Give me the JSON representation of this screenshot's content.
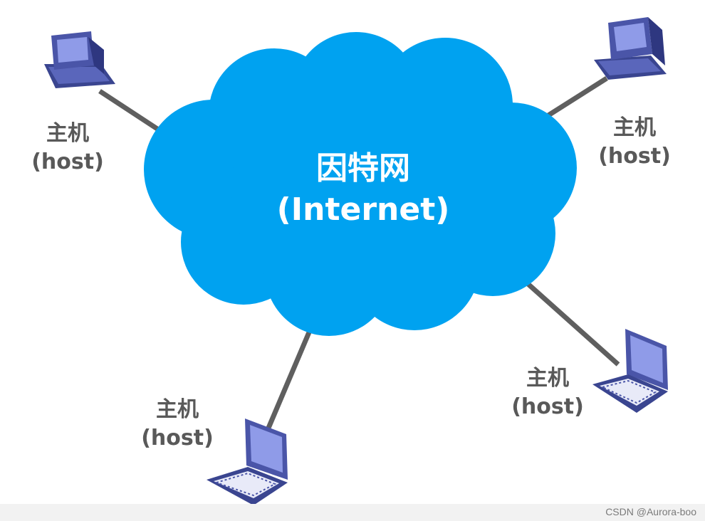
{
  "cloud": {
    "name_cn": "因特网",
    "name_en": "(Internet)",
    "color": "#00a2f0"
  },
  "hosts": [
    {
      "name_cn": "主机",
      "name_en": "(host)",
      "device": "desktop-computer-icon"
    },
    {
      "name_cn": "主机",
      "name_en": "(host)",
      "device": "desktop-computer-icon"
    },
    {
      "name_cn": "主机",
      "name_en": "(host)",
      "device": "laptop-icon"
    },
    {
      "name_cn": "主机",
      "name_en": "(host)",
      "device": "laptop-icon"
    }
  ],
  "colors": {
    "link": "#5f5f5f",
    "label": "#595959",
    "device": "#4a55a8",
    "screen": "#8f9be8"
  },
  "watermark": "CSDN @Aurora-boo"
}
